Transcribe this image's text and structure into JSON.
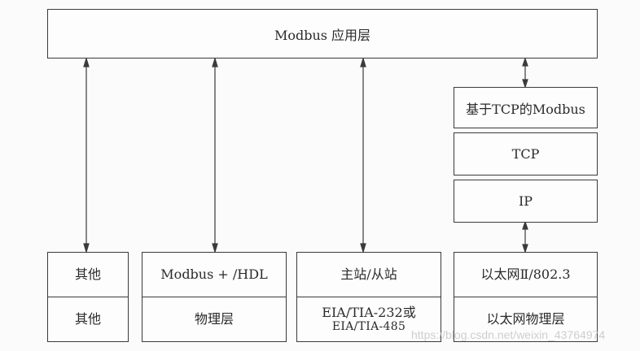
{
  "diagram": {
    "top_layer": {
      "label": "Modbus 应用层"
    },
    "tcp_stack": [
      {
        "label": "基于TCP的Modbus"
      },
      {
        "label": "TCP"
      },
      {
        "label": "IP"
      }
    ],
    "bottom_columns": [
      {
        "upper": "其他",
        "lower": "其他"
      },
      {
        "upper": "Modbus + /HDL",
        "lower": "物理层"
      },
      {
        "upper": "主站/从站",
        "lower_line1": "EIA/TIA-232或",
        "lower_line2": "EIA/TIA-485"
      },
      {
        "upper": "以太网Ⅱ/802.3",
        "lower": "以太网物理层"
      }
    ],
    "connections": [
      {
        "from": "Modbus 应用层",
        "to": "其他",
        "type": "double-arrow"
      },
      {
        "from": "Modbus 应用层",
        "to": "Modbus + /HDL",
        "type": "double-arrow"
      },
      {
        "from": "Modbus 应用层",
        "to": "主站/从站",
        "type": "double-arrow"
      },
      {
        "from": "Modbus 应用层",
        "to": "基于TCP的Modbus",
        "type": "double-arrow"
      },
      {
        "from": "IP",
        "to": "以太网Ⅱ/802.3",
        "type": "double-arrow"
      }
    ],
    "colors": {
      "line": "#3a3a3a",
      "background": "#fbfbfb"
    }
  },
  "watermark": "https://blog.csdn.net/weixin_43764974"
}
